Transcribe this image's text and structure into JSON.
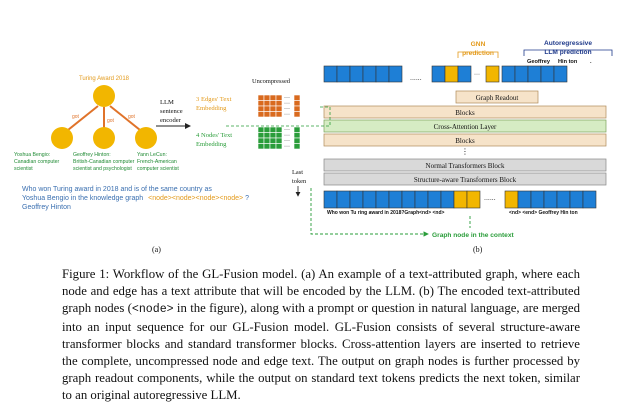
{
  "panel_a": {
    "root_node": "Turing Award 2018",
    "edge_label": "got",
    "people": [
      {
        "line1": "Yoshua Bengio:",
        "line2": "Canadian computer",
        "line3": "scientist"
      },
      {
        "line1": "Geoffrey Hinton:",
        "line2": "British-Canadian computer",
        "line3": "scientist and psychologist"
      },
      {
        "line1": "Yann LeCun:",
        "line2": "French-American",
        "line3": "computer scientist"
      }
    ],
    "encoder_label": [
      "LLM",
      "sentence",
      "encoder"
    ],
    "edge_embedding_label": [
      "3 Edges' Text",
      "Embedding"
    ],
    "node_embedding_label": [
      "4 Nodes' Text",
      "Embedding"
    ],
    "uncompressed_label": "Uncompressed",
    "last_token_label": [
      "Last",
      "token"
    ],
    "question_line1": "Who won Turing award in 2018 and is of the same country as",
    "question_line2_prefix": "Yoshua Bengio in the knowledge graph",
    "question_node_tokens": "<node><node><node><node>",
    "question_line2_suffix": "?",
    "answer": "Geoffrey Hinton",
    "panel_label": "(a)"
  },
  "panel_b": {
    "gnn_label": [
      "GNN",
      "prediction"
    ],
    "ar_label": [
      "Autoregressive",
      "LLM prediction"
    ],
    "output_tokens": [
      "Geoffrey",
      "Hin ton",
      "."
    ],
    "layers": [
      "Graph Readout",
      "Blocks",
      "Cross-Attention Layer",
      "Blocks",
      "Normal Transformers Block",
      "Structure-aware Transformers Block"
    ],
    "input_tokens_label": "Who  won    Tu ring award in 2018?Graph<nd> <nd>",
    "input_tokens_label2": "<nd>  <end> Geoffrey  Hin ton",
    "context_label": "Graph node in the context",
    "panel_label": "(b)",
    "dots": "......"
  },
  "caption": {
    "s1": "Figure 1: Workflow of the GL-Fusion model. (a) An example of a text-attributed graph, where each node and edge has a text attribute that will be encoded by the LLM. (b) The encoded text-attributed graph nodes (",
    "node_code": "<node>",
    "s2": " in the figure), along with a prompt or question in natural language, are merged into an input sequence for our GL-Fusion model. GL-Fusion consists of several structure-aware transformer blocks and standard transformer blocks. Cross-attention layers are inserted to retrieve the complete, uncompressed node and edge text. The output on graph nodes is further processed by graph readout components, while the output on standard text tokens predicts the next token, similar to an original autoregressive LLM."
  },
  "colors": {
    "token_blue": "#1e7fd6",
    "gold": "#f2b600",
    "orange_text": "#e39a1b",
    "green_text": "#2a9d3a",
    "navy_text": "#1f3a8a",
    "edge_orange": "#e0732a",
    "layer_orange": "#f6e3c9",
    "layer_green": "#d6ecc4",
    "layer_gray": "#d9d9d9"
  }
}
